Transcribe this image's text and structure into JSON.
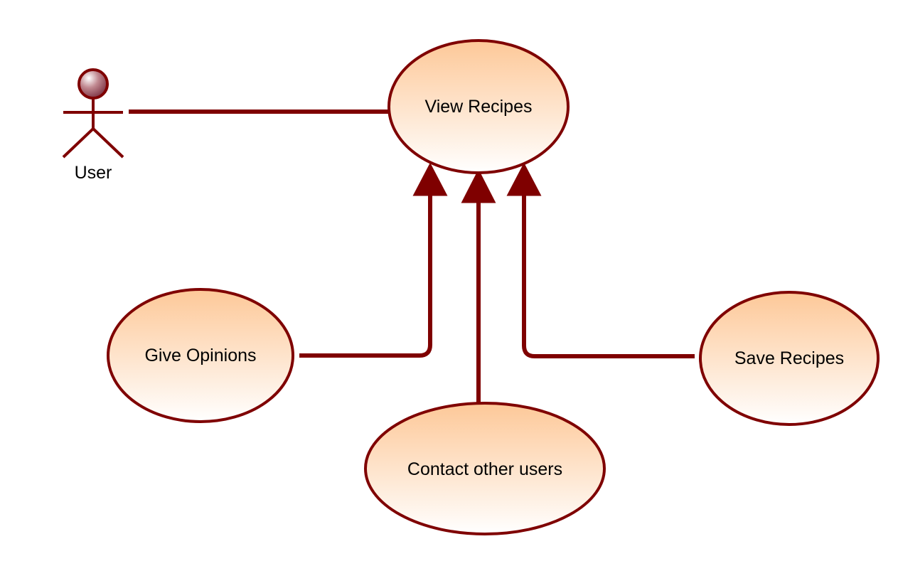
{
  "actor": {
    "label": "User",
    "icon": "stick-figure-actor-icon"
  },
  "use_cases": {
    "view_recipes": "View Recipes",
    "give_opinions": "Give Opinions",
    "contact_other_users": "Contact other users",
    "save_recipes": "Save Recipes"
  },
  "relations": [
    {
      "from": "User",
      "to": "View Recipes",
      "type": "association"
    },
    {
      "from": "Give Opinions",
      "to": "View Recipes",
      "type": "generalization"
    },
    {
      "from": "Contact other users",
      "to": "View Recipes",
      "type": "generalization"
    },
    {
      "from": "Save Recipes",
      "to": "View Recipes",
      "type": "generalization"
    }
  ],
  "colors": {
    "stroke": "#7f0000",
    "fill_top": "#fdc898",
    "fill_bottom": "#ffffff"
  }
}
